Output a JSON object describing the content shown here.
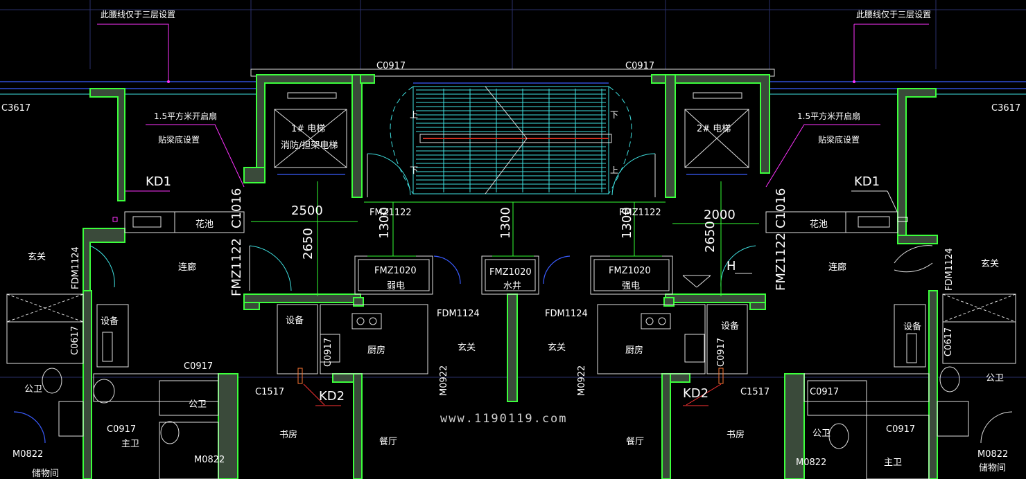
{
  "notes": {
    "left_note": "此腰线仅于三层设置",
    "right_note": "此腰线仅于三层设置",
    "vent_left_1": "1.5平方米开启扇",
    "vent_left_2": "贴梁底设置",
    "vent_right_1": "1.5平方米开启扇",
    "vent_right_2": "贴梁底设置"
  },
  "windows": {
    "c0917_top_left": "C0917",
    "c0917_top_right": "C0917",
    "c3617_left": "C3617",
    "c3617_right": "C3617",
    "c1016_left": "C1016",
    "c1016_right": "C1016",
    "c0617_left": "C0617",
    "c0617_right": "C0617",
    "c0917_mid_left": "C0917",
    "c0917_kitchen_left": "C0917",
    "c0917_kitchen_right": "C0917",
    "c1517_left": "C1517",
    "c1517_right": "C1517",
    "c0917_bath_left": "C0917",
    "c0917_bath_right_top": "C0917",
    "c0917_bath_right": "C0917"
  },
  "doors": {
    "fmz1122_left_v": "FMZ1122",
    "fmz1122_right_v": "FMZ1122",
    "fmz1122_stair_left": "FMZ1122",
    "fmz1122_stair_right": "FMZ1122",
    "fdm1124_left_v": "FDM1124",
    "fdm1124_right_v": "FDM1124",
    "fdm1124_mid_left": "FDM1124",
    "fdm1124_mid_right": "FDM1124",
    "m0922_left": "M0922",
    "m0922_right": "M0922",
    "m0822_left": "M0822",
    "m0822_mid_left": "M0822",
    "m0822_mid_right": "M0822",
    "m0822_right": "M0822"
  },
  "shafts": {
    "fmz1020_weak": "FMZ1020",
    "weak_label": "弱电",
    "fmz1020_water": "FMZ1020",
    "water_label": "水井",
    "fmz1020_strong": "FMZ1020",
    "strong_label": "强电"
  },
  "elevators": {
    "e1_title": "1# 电梯",
    "e1_sub": "消防/担架电梯",
    "e2_title": "2# 电梯"
  },
  "stairs": {
    "up_1": "上",
    "up_2": "上",
    "down_1": "下",
    "down_2": "下"
  },
  "rooms": {
    "xuanguan_l": "玄关",
    "xuanguan_r": "玄关",
    "xuanguan_ml": "玄关",
    "xuanguan_mr": "玄关",
    "lianlang_l": "连廊",
    "lianlang_r": "连廊",
    "huachi_l": "花池",
    "huachi_r": "花池",
    "shebei_l1": "设备",
    "shebei_l2": "设备",
    "shebei_r1": "设备",
    "shebei_r2": "设备",
    "chufang_l": "厨房",
    "chufang_r": "厨房",
    "gongwei_l": "公卫",
    "gongwei_ml": "公卫",
    "gongwei_mr": "公卫",
    "gongwei_r": "公卫",
    "zhuwei_l": "主卫",
    "zhuwei_r": "主卫",
    "shufang_l": "书房",
    "shufang_r": "书房",
    "canting_l": "餐厅",
    "canting_r": "餐厅",
    "chuwu_l": "储物间",
    "chuwu_r": "储物间"
  },
  "tags": {
    "kd1_left": "KD1",
    "kd1_right": "KD1",
    "kd2_left": "KD2",
    "kd2_right": "KD2",
    "h_mark": "H"
  },
  "dimensions": {
    "d2500": "2500",
    "d2650_l": "2650",
    "d2000": "2000",
    "d2650_r": "2650",
    "d1300_a": "1300",
    "d1300_b": "1300",
    "d1300_c": "1300"
  },
  "watermark": "www.1190119.com",
  "colors": {
    "background": "#000000",
    "wall_outline": "#3cff3c",
    "dimension": "#33ff33",
    "annotation_leader": "#ff33ff",
    "window_line": "#3a5cff"
  }
}
